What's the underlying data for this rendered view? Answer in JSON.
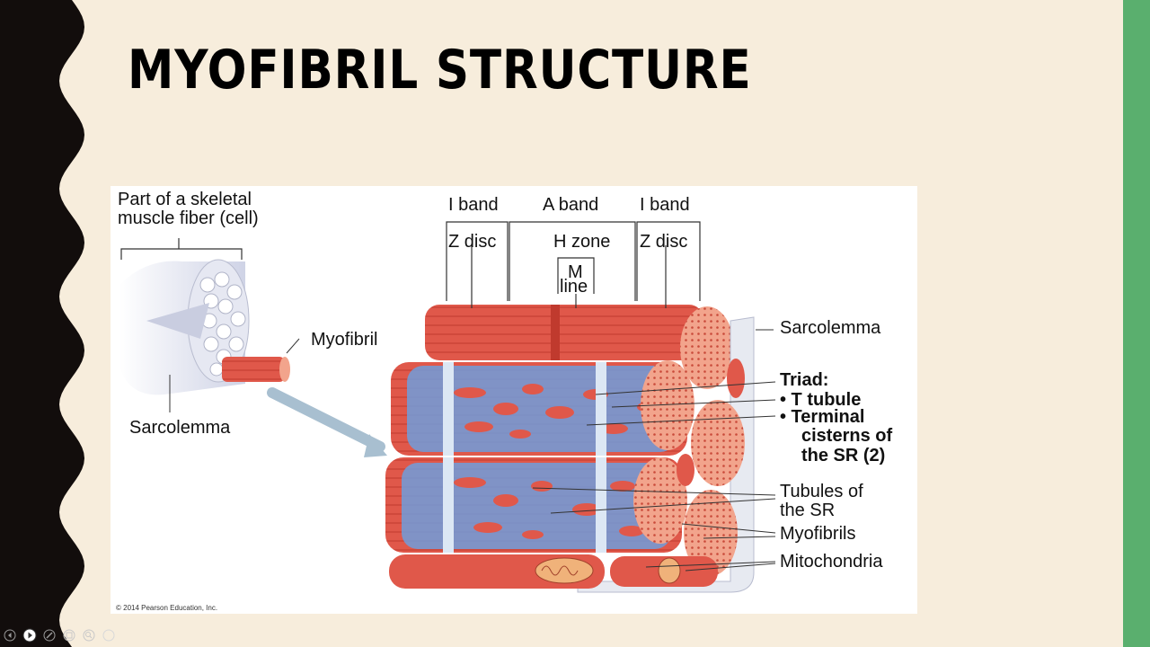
{
  "slide": {
    "title": "MYOFIBRIL STRUCTURE",
    "colors": {
      "background": "#f7eddc",
      "left_band": "#120d0c",
      "right_band": "#5aaf6e",
      "muscle_red": "#e0584a",
      "sr_blue": "#6f9ddc"
    }
  },
  "diagram": {
    "fiber_caption_line1": "Part of a skeletal",
    "fiber_caption_line2": "muscle fiber (cell)",
    "myofibril_label": "Myofibril",
    "sarcolemma_left": "Sarcolemma",
    "i_band_left": "I band",
    "a_band": "A band",
    "i_band_right": "I band",
    "z_disc_left": "Z disc",
    "h_zone": "H zone",
    "z_disc_right": "Z disc",
    "m_line_1": "M",
    "m_line_2": "line",
    "sarcolemma_right": "Sarcolemma",
    "triad": "Triad:",
    "t_tubule": "• T tubule",
    "terminal_1": "• Terminal",
    "terminal_2": "cisterns of",
    "terminal_3": "the SR (2)",
    "tubules_1": "Tubules of",
    "tubules_2": "the SR",
    "myofibrils": "Myofibrils",
    "mitochondria": "Mitochondria",
    "copyright": "© 2014 Pearson Education, Inc."
  },
  "controls": [
    {
      "icon": "previous-icon"
    },
    {
      "icon": "next-icon"
    },
    {
      "icon": "pen-icon"
    },
    {
      "icon": "slides-icon"
    },
    {
      "icon": "zoom-icon"
    },
    {
      "icon": "more-icon"
    }
  ]
}
